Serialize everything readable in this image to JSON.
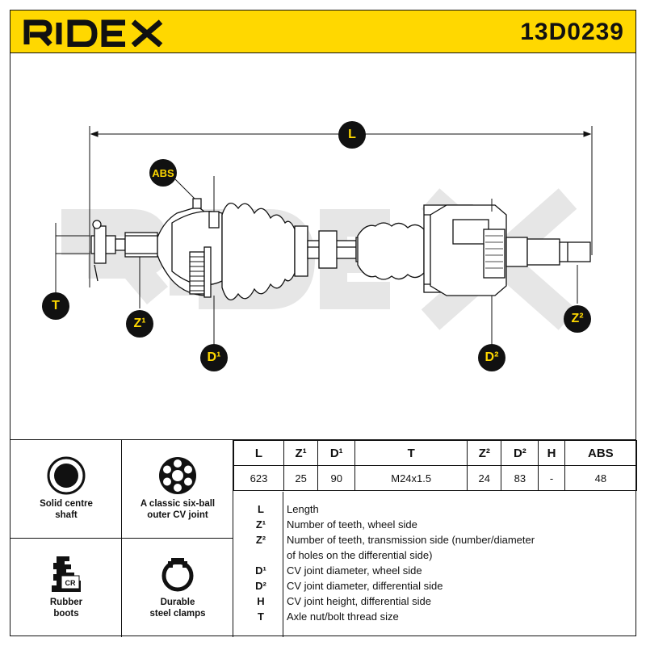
{
  "header": {
    "brand": "RIDEX",
    "part_number": "13D0239",
    "accent_color": "#ffd800"
  },
  "drawing": {
    "watermark": "RIDEX",
    "callouts": {
      "length": "L",
      "abs": "ABS",
      "thread": "T",
      "z1": "Z¹",
      "d1": "D¹",
      "d2": "D²",
      "z2": "Z²"
    }
  },
  "features": [
    {
      "icon": "solid-shaft-icon",
      "label_lines": [
        "Solid centre",
        "shaft"
      ]
    },
    {
      "icon": "six-ball-cv-joint-icon",
      "label_lines": [
        "A classic six-ball",
        "outer CV joint"
      ]
    },
    {
      "icon": "rubber-boot-icon",
      "badge": "CR",
      "label_lines": [
        "Rubber",
        "boots"
      ]
    },
    {
      "icon": "steel-clamp-icon",
      "label_lines": [
        "Durable",
        "steel clamps"
      ]
    }
  ],
  "spec_table": {
    "headers": [
      "L",
      "Z¹",
      "D¹",
      "T",
      "Z²",
      "D²",
      "H",
      "ABS"
    ],
    "values": [
      "623",
      "25",
      "90",
      "M24x1.5",
      "24",
      "83",
      "-",
      "48"
    ]
  },
  "legend": [
    {
      "symbol": "L",
      "text": "Length"
    },
    {
      "symbol": "Z¹",
      "text": "Number of teeth, wheel side"
    },
    {
      "symbol": "Z²",
      "text": "Number of teeth, transmission side (number/diameter"
    },
    {
      "symbol": "",
      "text": "of holes on the differential side)"
    },
    {
      "symbol": "D¹",
      "text": "CV joint diameter, wheel side"
    },
    {
      "symbol": "D²",
      "text": "CV joint diameter, differential side"
    },
    {
      "symbol": "H",
      "text": "CV joint height, differential side"
    },
    {
      "symbol": "T",
      "text": "Axle nut/bolt thread size"
    }
  ]
}
